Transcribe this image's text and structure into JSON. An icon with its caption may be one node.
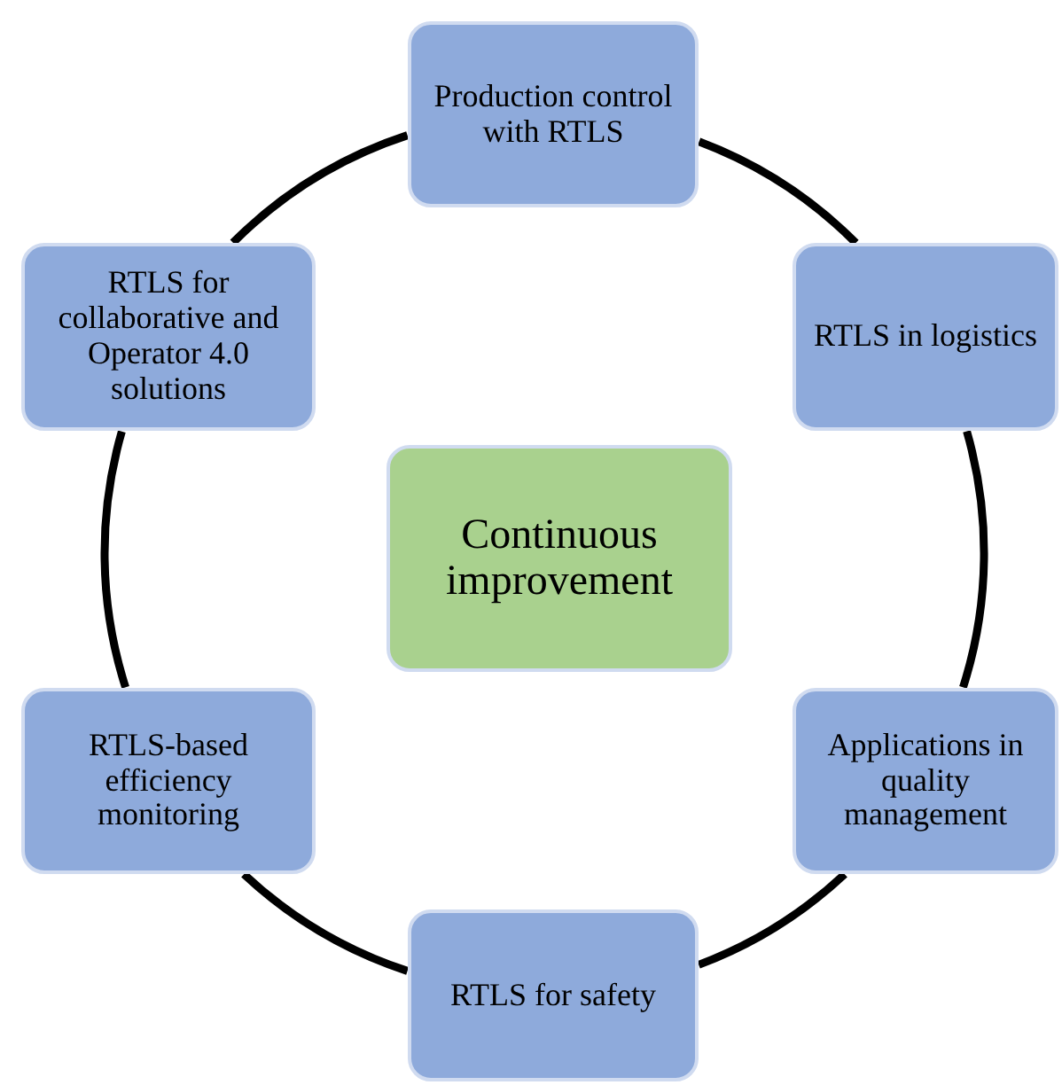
{
  "diagram": {
    "nodes": [
      {
        "text": [
          "Production control with RTLS"
        ]
      },
      {
        "text": [
          "RTLS for collaborative and Operator 4.0 solutions"
        ]
      },
      {
        "text": [
          "RTLS in logistics"
        ]
      },
      {
        "text": [
          "Continuous improvement"
        ]
      },
      {
        "text": [
          "RTLS-based efficiency monitoring"
        ]
      },
      {
        "text": [
          "Applications in quality management"
        ]
      },
      {
        "text": [
          "RTLS for safety"
        ]
      }
    ],
    "edges": [
      {
        "from": 0,
        "to": 2,
        "arrow": "none"
      },
      {
        "from": 2,
        "to": 5,
        "arrow": "none"
      },
      {
        "from": 5,
        "to": 6,
        "arrow": "none"
      },
      {
        "from": 6,
        "to": 4,
        "arrow": "none"
      },
      {
        "from": 4,
        "to": 1,
        "arrow": "none"
      },
      {
        "from": 1,
        "to": 0,
        "arrow": "none"
      }
    ]
  }
}
